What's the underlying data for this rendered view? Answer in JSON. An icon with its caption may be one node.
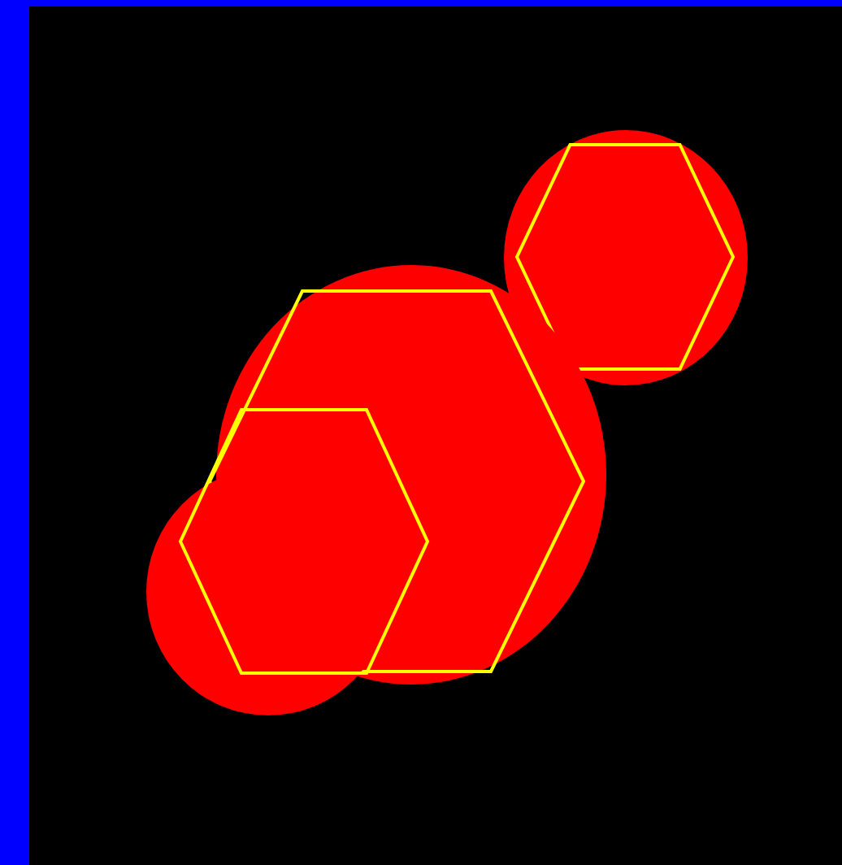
{
  "diagram": {
    "nodes": [
      {
        "text": [],
        "shape": "circle"
      },
      {
        "text": [],
        "shape": "hexagon",
        "in": 0
      },
      {
        "text": [],
        "shape": "circle"
      },
      {
        "text": [],
        "shape": "hexagon",
        "in": 2
      },
      {
        "text": [],
        "shape": "circle"
      },
      {
        "text": [],
        "shape": "hexagon"
      }
    ]
  }
}
